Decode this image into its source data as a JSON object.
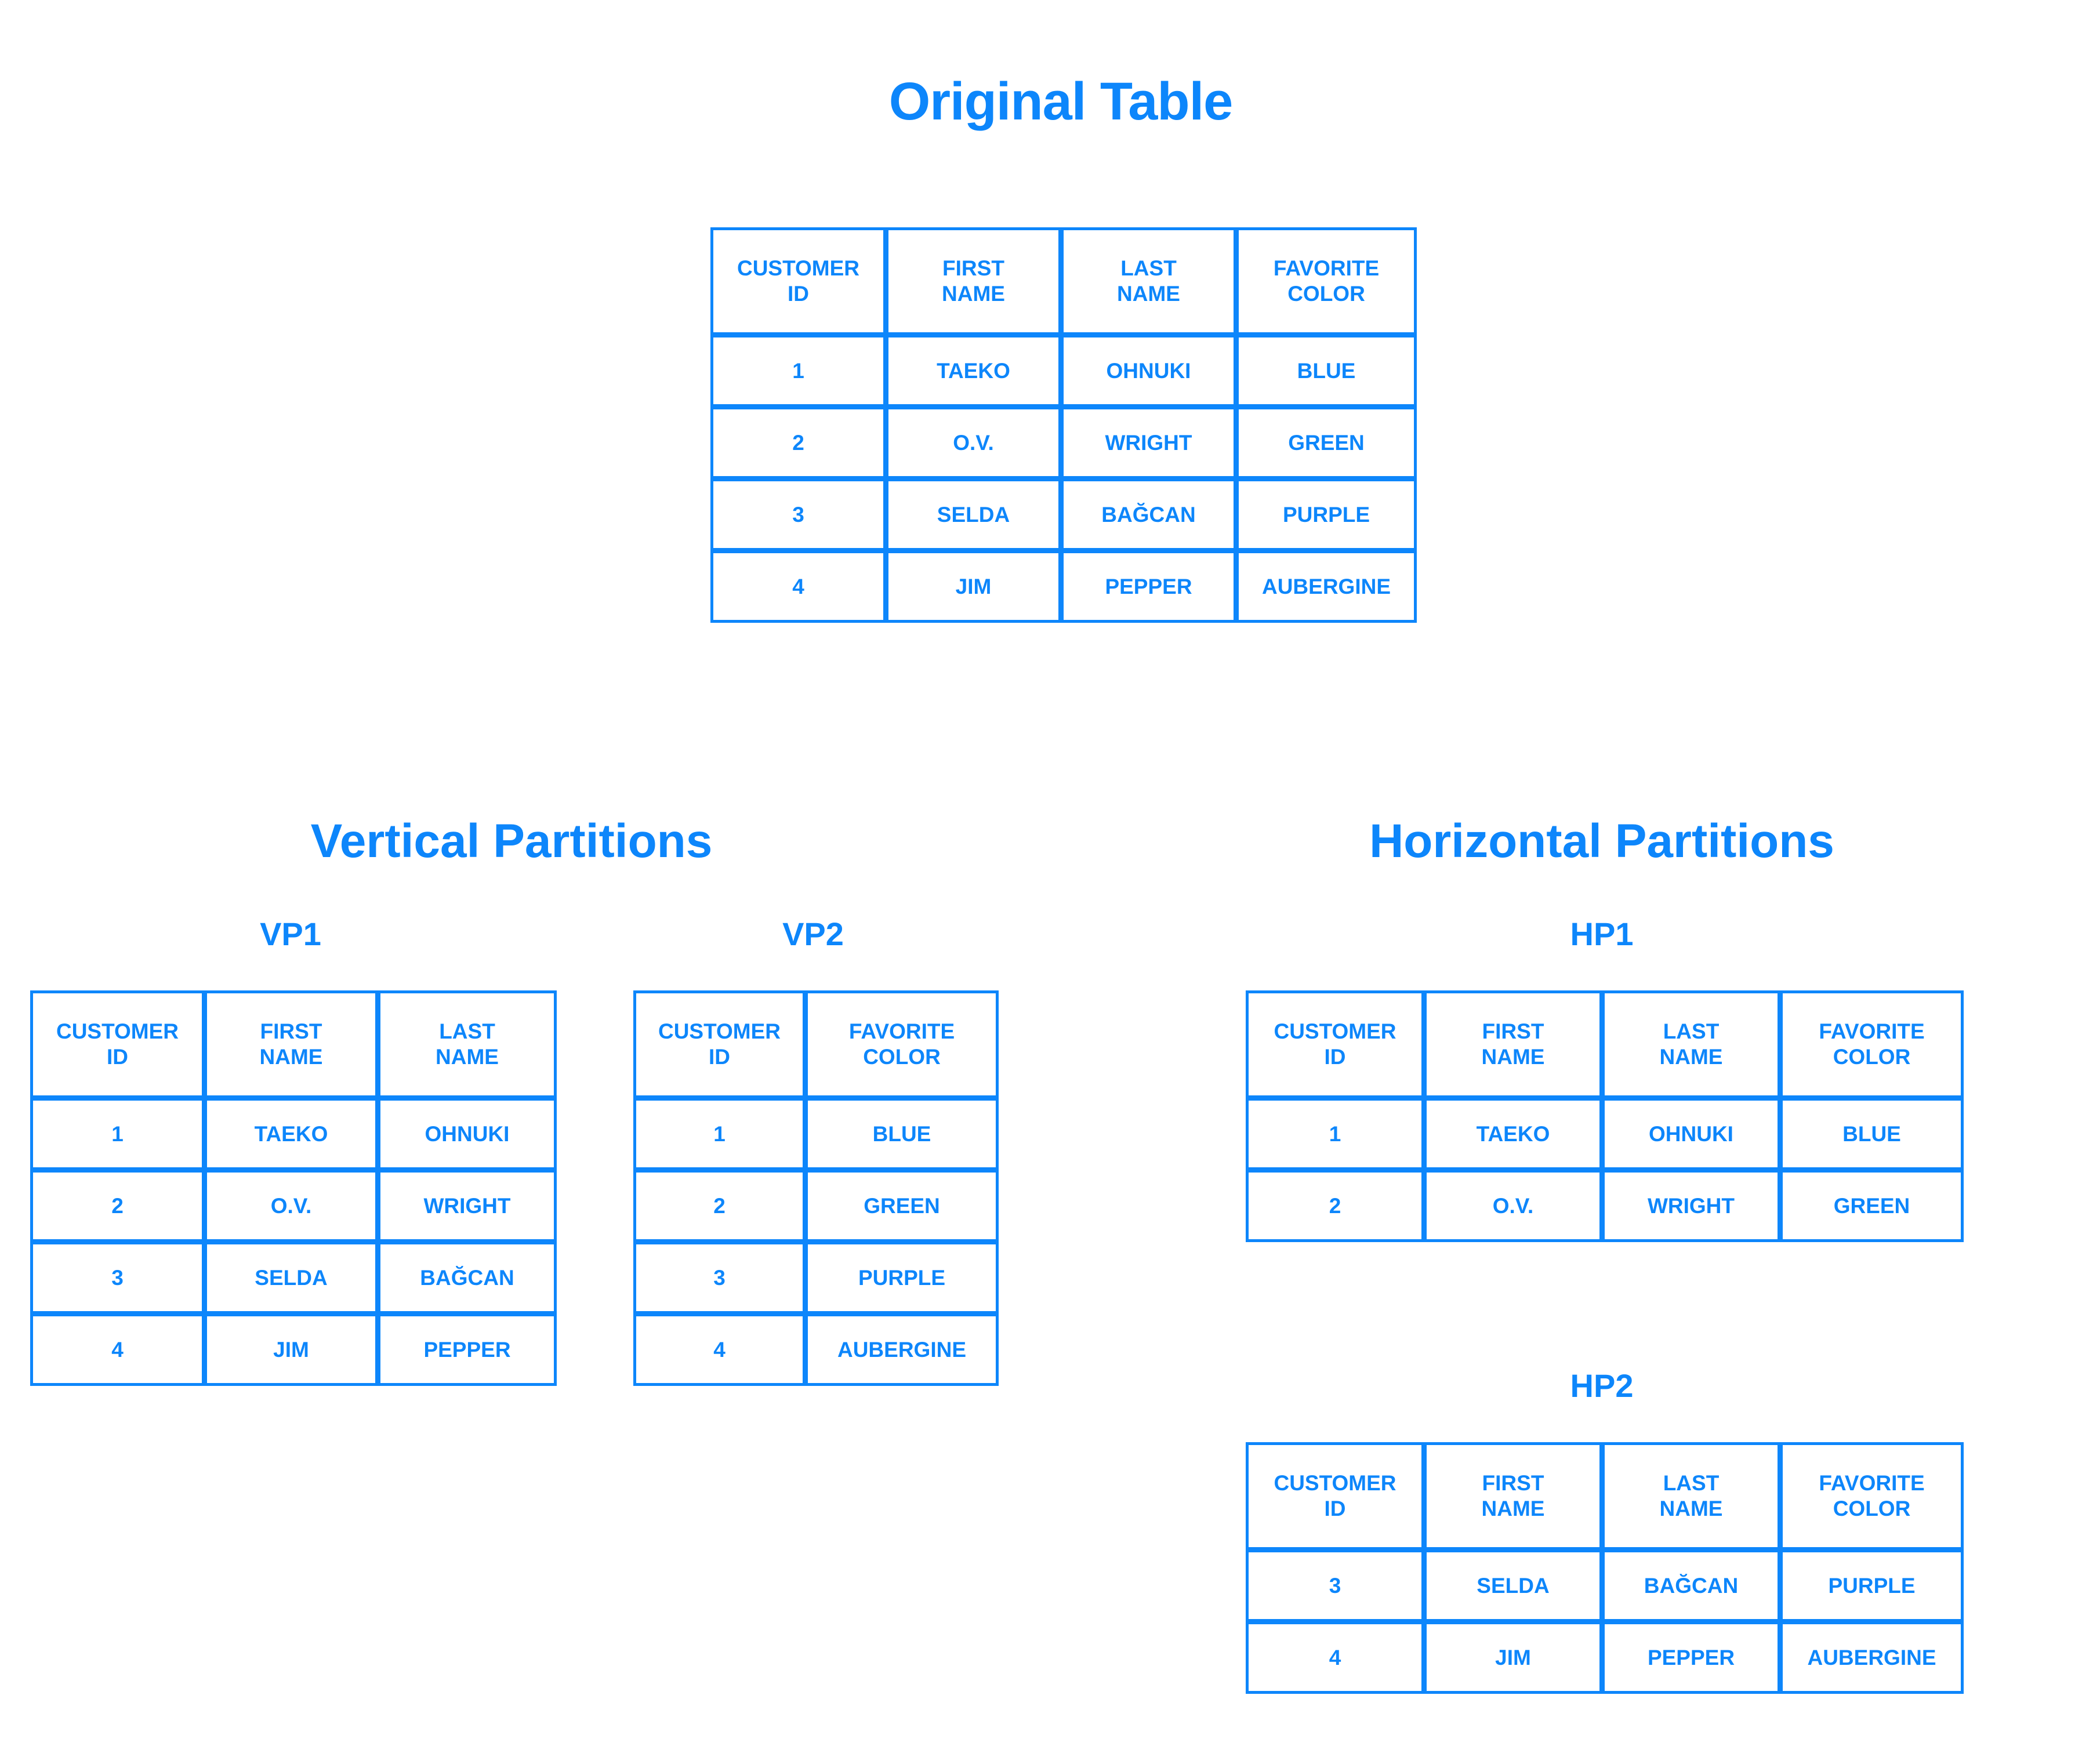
{
  "theme": {
    "accent_color": "#0d86fb",
    "background_color": "#ffffff"
  },
  "titles": {
    "original": "Original Table",
    "vertical": "Vertical Partitions",
    "horizontal": "Horizontal Partitions"
  },
  "labels": {
    "vp1": "VP1",
    "vp2": "VP2",
    "hp1": "HP1",
    "hp2": "HP2"
  },
  "tables": {
    "original": {
      "name": "Original Table",
      "headers": [
        "CUSTOMER\nID",
        "FIRST\nNAME",
        "LAST\nNAME",
        "FAVORITE\nCOLOR"
      ],
      "rows": [
        [
          "1",
          "TAEKO",
          "OHNUKI",
          "BLUE"
        ],
        [
          "2",
          "O.V.",
          "WRIGHT",
          "GREEN"
        ],
        [
          "3",
          "SELDA",
          "BAĞCAN",
          "PURPLE"
        ],
        [
          "4",
          "JIM",
          "PEPPER",
          "AUBERGINE"
        ]
      ]
    },
    "vp1": {
      "name": "VP1",
      "headers": [
        "CUSTOMER\nID",
        "FIRST\nNAME",
        "LAST\nNAME"
      ],
      "rows": [
        [
          "1",
          "TAEKO",
          "OHNUKI"
        ],
        [
          "2",
          "O.V.",
          "WRIGHT"
        ],
        [
          "3",
          "SELDA",
          "BAĞCAN"
        ],
        [
          "4",
          "JIM",
          "PEPPER"
        ]
      ]
    },
    "vp2": {
      "name": "VP2",
      "headers": [
        "CUSTOMER\nID",
        "FAVORITE\nCOLOR"
      ],
      "rows": [
        [
          "1",
          "BLUE"
        ],
        [
          "2",
          "GREEN"
        ],
        [
          "3",
          "PURPLE"
        ],
        [
          "4",
          "AUBERGINE"
        ]
      ]
    },
    "hp1": {
      "name": "HP1",
      "headers": [
        "CUSTOMER\nID",
        "FIRST\nNAME",
        "LAST\nNAME",
        "FAVORITE\nCOLOR"
      ],
      "rows": [
        [
          "1",
          "TAEKO",
          "OHNUKI",
          "BLUE"
        ],
        [
          "2",
          "O.V.",
          "WRIGHT",
          "GREEN"
        ]
      ]
    },
    "hp2": {
      "name": "HP2",
      "headers": [
        "CUSTOMER\nID",
        "FIRST\nNAME",
        "LAST\nNAME",
        "FAVORITE\nCOLOR"
      ],
      "rows": [
        [
          "3",
          "SELDA",
          "BAĞCAN",
          "PURPLE"
        ],
        [
          "4",
          "JIM",
          "PEPPER",
          "AUBERGINE"
        ]
      ]
    }
  }
}
